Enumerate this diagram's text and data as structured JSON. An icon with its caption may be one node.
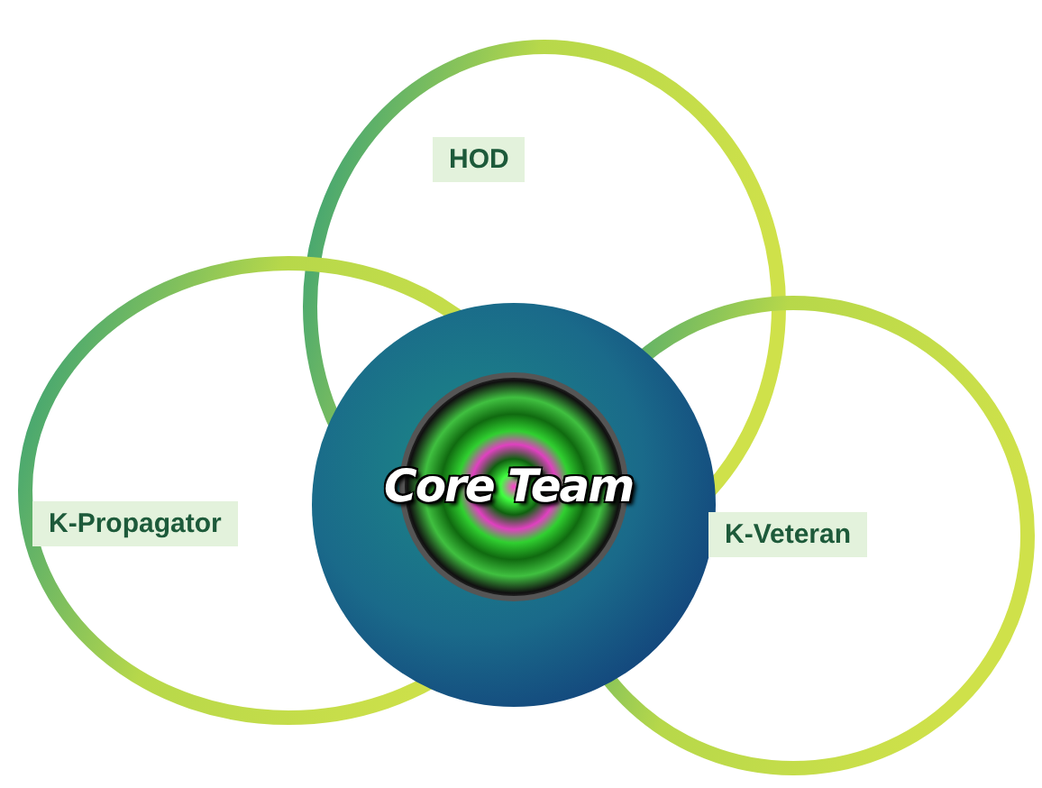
{
  "diagram": {
    "nodes": [
      {
        "text": [
          "HOD"
        ]
      },
      {
        "text": [
          "K-Propagator"
        ]
      },
      {
        "text": [
          "K-Veteran"
        ]
      },
      {
        "text": [
          "Core Team"
        ]
      }
    ]
  }
}
